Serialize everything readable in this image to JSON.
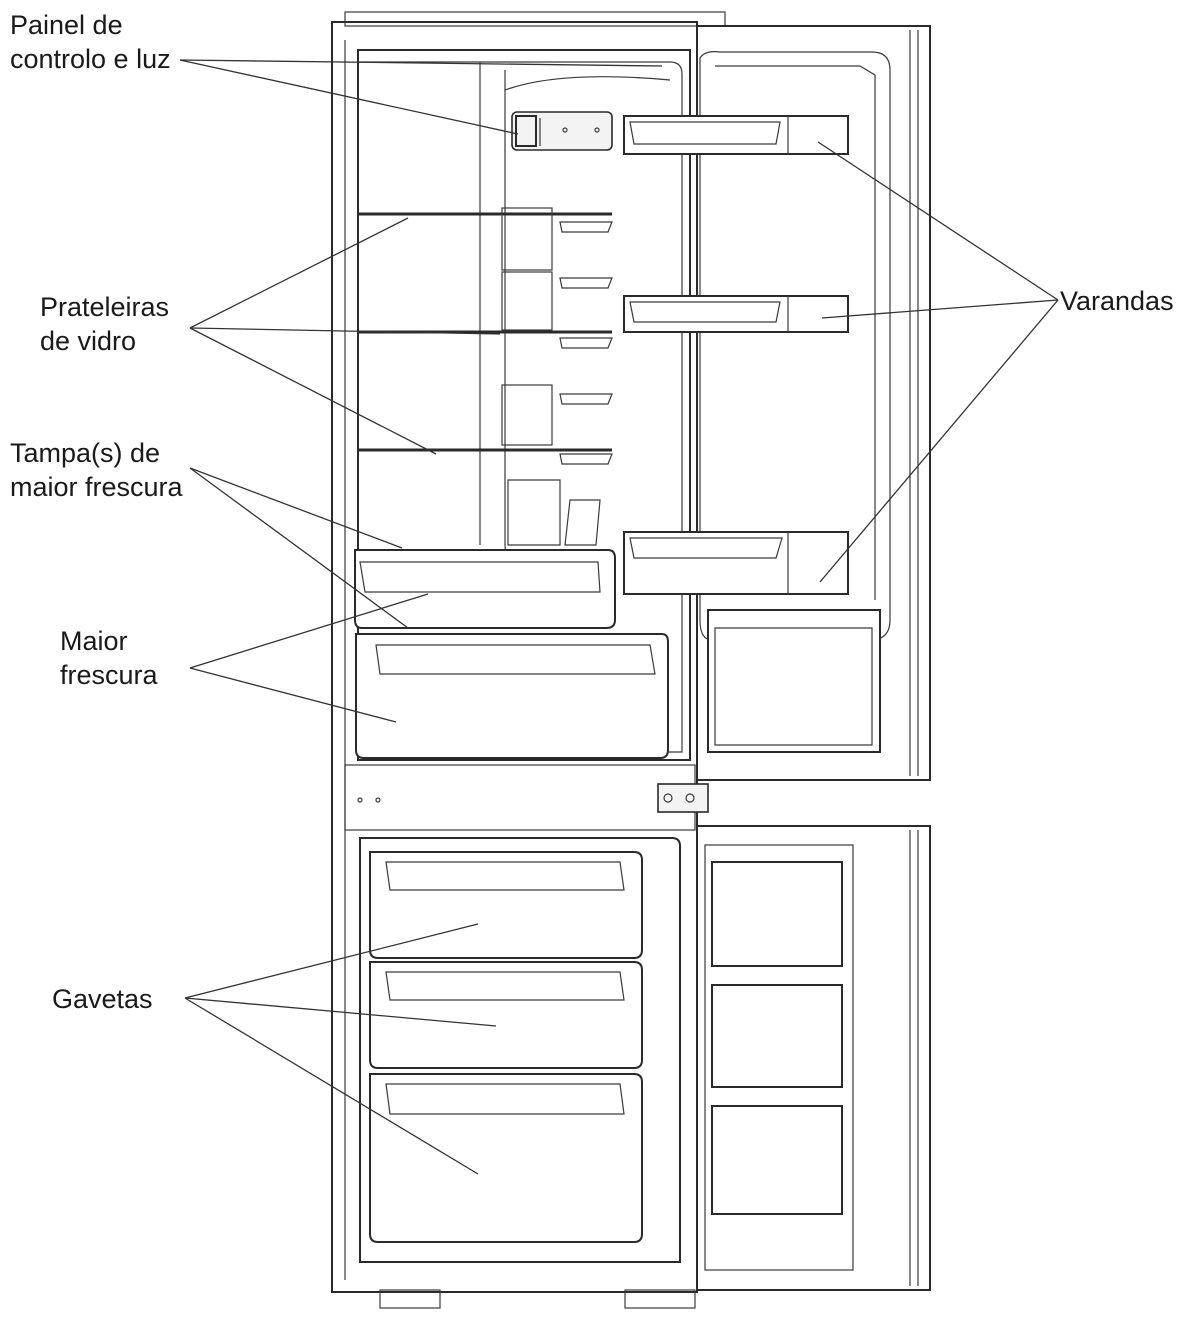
{
  "labels": {
    "control_panel": [
      "Painel de",
      "controlo e luz"
    ],
    "glass_shelves": [
      "Prateleiras",
      "de vidro"
    ],
    "crisper_covers": [
      "Tampa(s) de",
      "maior frescura"
    ],
    "crisper": [
      "Maior",
      "frescura"
    ],
    "drawers": [
      "Gavetas"
    ],
    "door_balconies": [
      "Varandas"
    ]
  },
  "colors": {
    "line": "#2a2a2a",
    "text": "#1a1a1a",
    "background": "#ffffff"
  }
}
